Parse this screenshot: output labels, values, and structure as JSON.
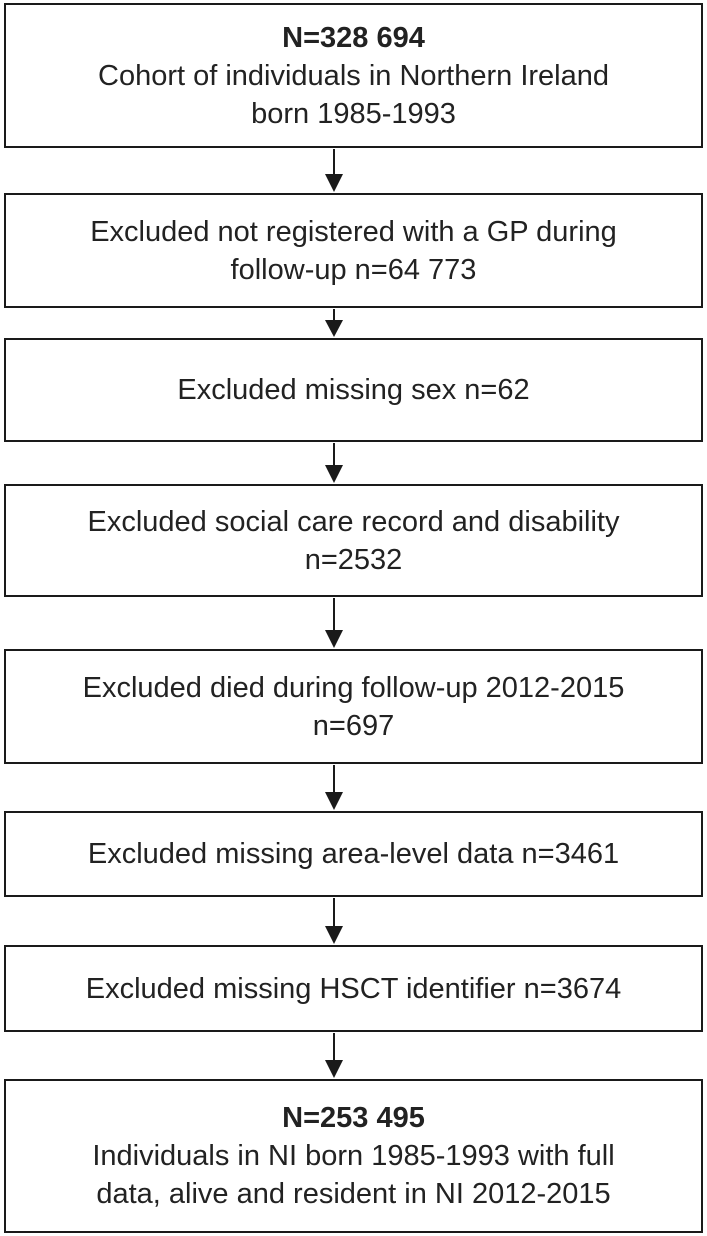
{
  "boxes": [
    {
      "id": "box-cohort",
      "heading": "N=328 694",
      "lines": [
        "Cohort of individuals in Northern Ireland",
        "born 1985-1993"
      ]
    },
    {
      "id": "box-excl-gp",
      "heading": "",
      "lines": [
        "Excluded not registered with a GP during",
        "follow-up n=64 773"
      ]
    },
    {
      "id": "box-excl-sex",
      "heading": "",
      "lines": [
        "Excluded missing sex n=62"
      ]
    },
    {
      "id": "box-excl-social-care",
      "heading": "",
      "lines": [
        "Excluded social care record and disability",
        "n=2532"
      ]
    },
    {
      "id": "box-excl-died",
      "heading": "",
      "lines": [
        "Excluded died during follow-up 2012-2015",
        "n=697"
      ]
    },
    {
      "id": "box-excl-area",
      "heading": "",
      "lines": [
        "Excluded missing area-level data n=3461"
      ]
    },
    {
      "id": "box-excl-hsct",
      "heading": "",
      "lines": [
        "Excluded missing HSCT identifier n=3674"
      ]
    },
    {
      "id": "box-final",
      "heading": "N=253 495",
      "lines": [
        "Individuals in NI born 1985-1993 with full",
        "data, alive and resident in NI 2012-2015"
      ]
    }
  ],
  "colors": {
    "border": "#1a1a1a",
    "text": "#222222",
    "arrow": "#1a1a1a"
  }
}
